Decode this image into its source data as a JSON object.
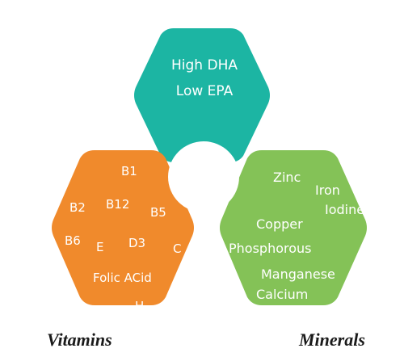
{
  "colors": {
    "omega": "#1cb5a3",
    "vitamins": "#f08a2c",
    "minerals": "#84c257",
    "center": "#ffffff",
    "label_text": "#ffffff",
    "caption_text": "#1a1a1a"
  },
  "omega": {
    "lines": [
      "High DHA",
      "Low EPA"
    ]
  },
  "vitamins": {
    "items": [
      "B1",
      "B2",
      "B12",
      "B5",
      "B6",
      "E",
      "D3",
      "C",
      "Folic ACid",
      "H"
    ],
    "caption": "Vitamins"
  },
  "minerals": {
    "items": [
      "Zinc",
      "Iron",
      "Iodine",
      "Copper",
      "Phosphorous",
      "Manganese",
      "Calcium"
    ],
    "caption": "Minerals"
  }
}
